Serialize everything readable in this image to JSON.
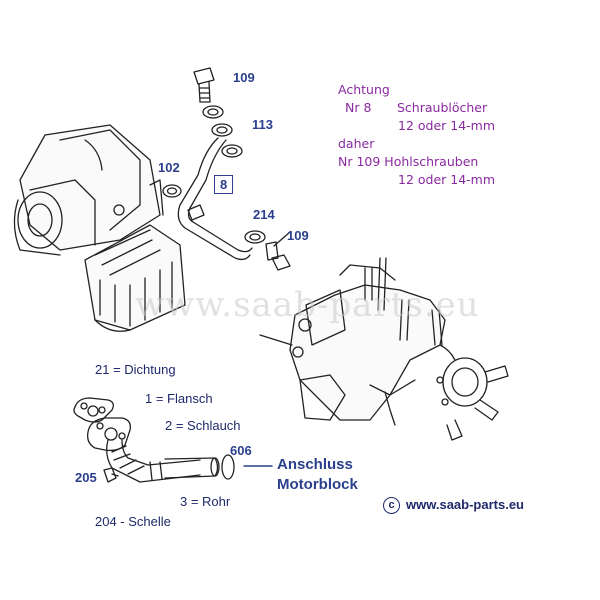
{
  "callouts": {
    "n109_top": "109",
    "n113": "113",
    "n102": "102",
    "n8": "8",
    "n214": "214",
    "n109_bottom": "109",
    "n606": "606",
    "n205": "205"
  },
  "note": {
    "line1": "Achtung",
    "line2a": "Nr  8",
    "line2b": "Schraublöcher",
    "line3": "12 oder 14-mm",
    "line4": "daher",
    "line5": "Nr 109 Hohlschrauben",
    "line6": "12 oder 14-mm"
  },
  "legend": {
    "item21": "21 = Dichtung",
    "item1": "1 = Flansch",
    "item2": "2 = Schlauch",
    "item3": "3 = Rohr",
    "item204": "204 - Schelle"
  },
  "connection": {
    "line1": "Anschluss",
    "line2": "Motorblock"
  },
  "watermark": "www.saab-parts.eu",
  "copyright": {
    "symbol": "c",
    "text": "www.saab-parts.eu"
  },
  "colors": {
    "callout_blue": "#2b3f8c",
    "note_purple": "#8a2aa0",
    "drawing_line": "#222222"
  }
}
